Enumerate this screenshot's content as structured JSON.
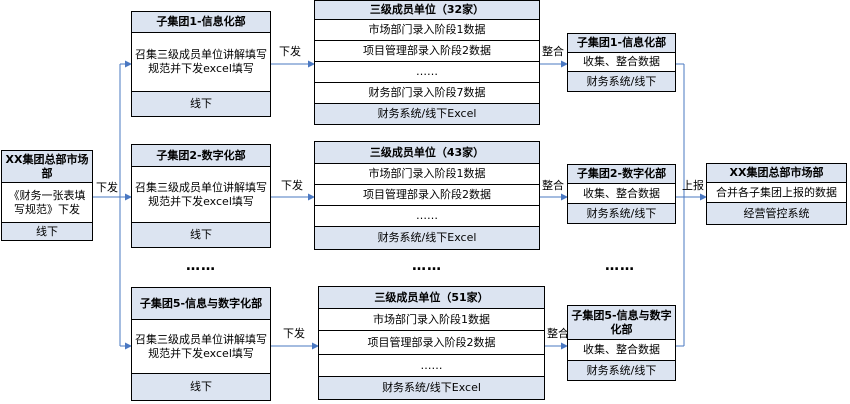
{
  "hq": {
    "title": "XX集团总部市场部",
    "body": "《财务一张表填写规范》下发",
    "foot": "线下"
  },
  "groups": [
    {
      "title": "子集团1-信息化部",
      "body": "召集三级成员单位讲解填写规范并下发excel填写",
      "foot": "线下",
      "send": "下发",
      "members": {
        "title": "三级成员单位（32家）",
        "rows": [
          "市场部门录入阶段1数据",
          "项目管理部录入阶段2数据",
          "……",
          "财务部门录入阶段7数据"
        ],
        "foot": "财务系统/线下Excel"
      },
      "merge": "整合",
      "collect": {
        "title": "子集团1-信息化部",
        "body": "收集、整合数据",
        "foot": "财务系统/线下"
      }
    },
    {
      "title": "子集团2-数字化部",
      "body": "召集三级成员单位讲解填写规范并下发excel填写",
      "foot": "线下",
      "send": "下发",
      "members": {
        "title": "三级成员单位（43家）",
        "rows": [
          "市场部门录入阶段1数据",
          "项目管理部录入阶段2数据",
          "……"
        ],
        "foot": "财务系统/线下Excel"
      },
      "merge": "整合",
      "collect": {
        "title": "子集团2-数字化部",
        "body": "收集、整合数据",
        "foot": "财务系统/线下"
      }
    },
    {
      "title": "子集团5-信息与数字化部",
      "body": "召集三级成员单位讲解填写规范并下发excel填写",
      "foot": "线下",
      "send": "下发",
      "members": {
        "title": "三级成员单位（51家）",
        "rows": [
          "市场部门录入阶段1数据",
          "项目管理部录入阶段2数据",
          "……"
        ],
        "foot": "财务系统/线下Excel"
      },
      "merge": "整合",
      "collect": {
        "title": "子集团5-信息与数字化部",
        "body": "收集、整合数据",
        "foot": "财务系统/线下"
      }
    }
  ],
  "hq_send": "下发",
  "report": "上报",
  "ellipsis": "……",
  "final": {
    "title": "XX集团总部市场部",
    "body": "合并各子集团上报的数据",
    "foot": "经营管控系统"
  }
}
